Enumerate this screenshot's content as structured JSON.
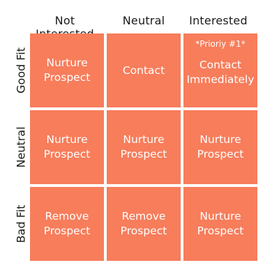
{
  "columns": [
    "Not Interested",
    "Neutral",
    "Interested"
  ],
  "rows": [
    "Good Fit",
    "Neutral",
    "Bad Fit"
  ],
  "cells": [
    [
      {
        "label": "Nurture\nProspect",
        "note": ""
      },
      {
        "label": "Contact",
        "note": ""
      },
      {
        "label": "Contact\nImmediately",
        "note": "*Prioriy #1*"
      }
    ],
    [
      {
        "label": "Nurture\nProspect",
        "note": ""
      },
      {
        "label": "Nurture\nProspect",
        "note": ""
      },
      {
        "label": "Nurture\nProspect",
        "note": ""
      }
    ],
    [
      {
        "label": "Remove\nProspect",
        "note": ""
      },
      {
        "label": "Remove\nProspect",
        "note": ""
      },
      {
        "label": "Nurture\nProspect",
        "note": ""
      }
    ]
  ],
  "colors": {
    "cell": "#f77d5b",
    "cell_text": "#ffffff",
    "header_text": "#1a1a1a"
  }
}
